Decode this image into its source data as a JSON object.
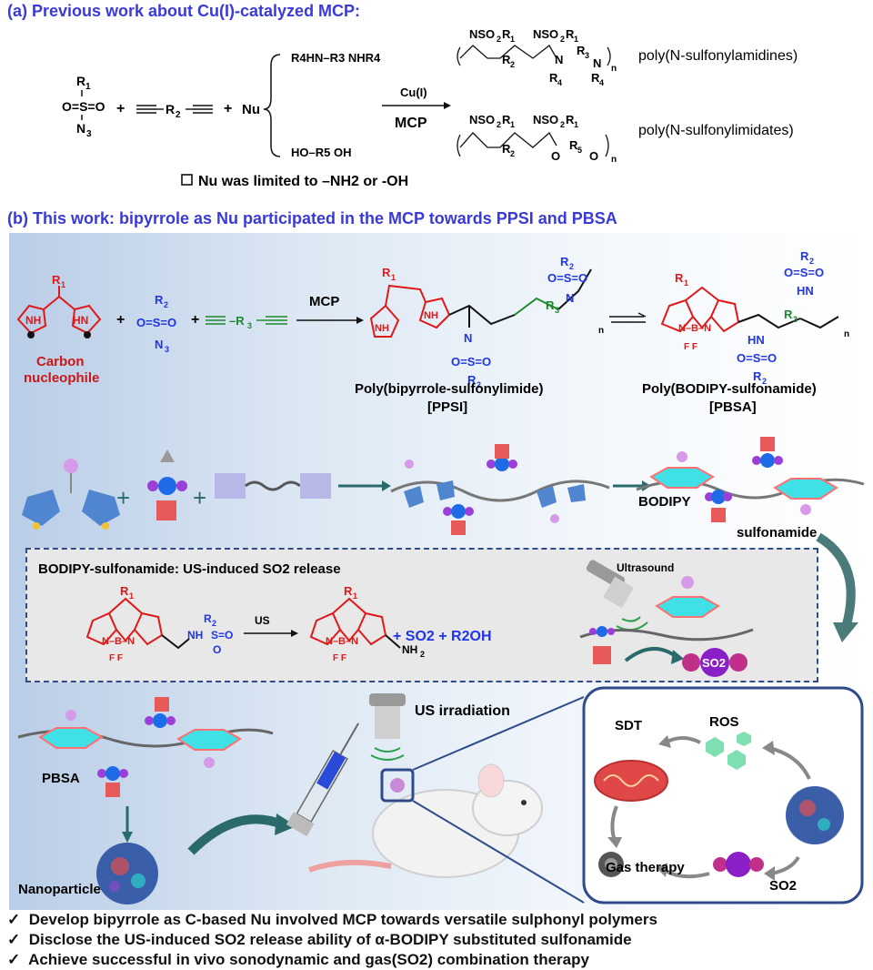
{
  "header_a": "(a) Previous work about Cu(I)-catalyzed MCP:",
  "header_b": "(b) This work: bipyrrole as Nu participated in the MCP towards PPSI and PBSA",
  "scheme_a": {
    "reagent_plus": "+",
    "nu": "Nu",
    "amine": "R4HN–R3 NHR4",
    "diol": "HO–R5 OH",
    "catalyst": "Cu(I)",
    "method": "MCP",
    "product1": "poly(N-sulfonylamidines)",
    "product2": "poly(N-sulfonylimidates)",
    "note": "Nu was limited to –NH2 or -OH"
  },
  "scheme_b": {
    "nucleophile_label_1": "Carbon",
    "nucleophile_label_2": "nucleophile",
    "method": "MCP",
    "ppsi_name": "Poly(bipyrrole-sulfonylimide)",
    "ppsi_abbr": "[PPSI]",
    "pbsa_name": "Poly(BODIPY-sulfonamide)",
    "pbsa_abbr": "[PBSA]"
  },
  "cartoon": {
    "bodipy": "BODIPY",
    "sulfonamide": "sulfonamide"
  },
  "release_box": {
    "title": "BODIPY-sulfonamide: US-induced SO2 release",
    "arrow_label": "US",
    "products": "+ SO2 + R2OH",
    "ultrasound": "Ultrasound",
    "so2": "SO2"
  },
  "therapy": {
    "pbsa": "PBSA",
    "nanoparticle": "Nanoparticle",
    "us_irradiation": "US irradiation",
    "sdt": "SDT",
    "ros": "ROS",
    "gas_therapy": "Gas therapy",
    "so2": "SO2"
  },
  "bullets": [
    "Develop bipyrrole as C-based Nu involved MCP towards versatile sulphonyl polymers",
    "Disclose the US-induced SO2 release ability of α-BODIPY substituted sulfonamide",
    "Achieve successful in vivo sonodynamic and gas(SO2) combination therapy"
  ],
  "colors": {
    "header": "#3a3ad8",
    "sulfonyl": "#1f35e6",
    "bipyrrole": "#e01818",
    "alkyne": "#1a8a2a",
    "bodipy_core": "#3fe0e6",
    "sulfonyl_ball": "#9a3fd8",
    "square": "#e85a5a"
  }
}
